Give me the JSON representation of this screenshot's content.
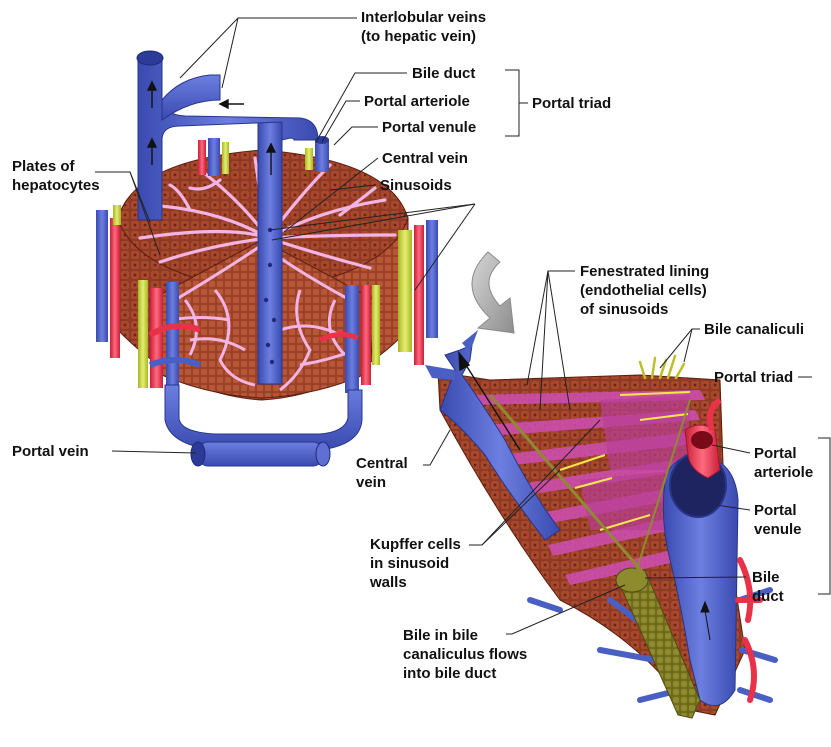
{
  "labels": {
    "interlobular_veins": "Interlobular veins\n(to hepatic vein)",
    "bile_duct_top": "Bile duct",
    "portal_arteriole_top": "Portal arteriole",
    "portal_venule_top": "Portal venule",
    "portal_triad_top": "Portal triad",
    "central_vein_top": "Central vein",
    "sinusoids": "Sinusoids",
    "plates_of_hepatocytes": "Plates of\nhepatocytes",
    "portal_vein": "Portal vein",
    "fenestrated_lining": "Fenestrated lining\n(endothelial cells)\nof sinusoids",
    "bile_canaliculi": "Bile canaliculi",
    "portal_triad_right": "Portal triad",
    "portal_arteriole_right": "Portal\narteriole",
    "portal_venule_right": "Portal\nvenule",
    "bile_duct_right": "Bile\nduct",
    "central_vein_bottom": "Central\nvein",
    "kupffer_cells": "Kupffer cells\nin sinusoid\nwalls",
    "bile_flow": "Bile in bile\ncanaliculus flows\ninto bile duct"
  },
  "colors": {
    "vein_blue": "#4a5fc4",
    "artery_red": "#e8324a",
    "bile_green": "#c6d33a",
    "hepatocyte_brown": "#8e3a24",
    "sinusoid_pink": "#e59ad6"
  }
}
